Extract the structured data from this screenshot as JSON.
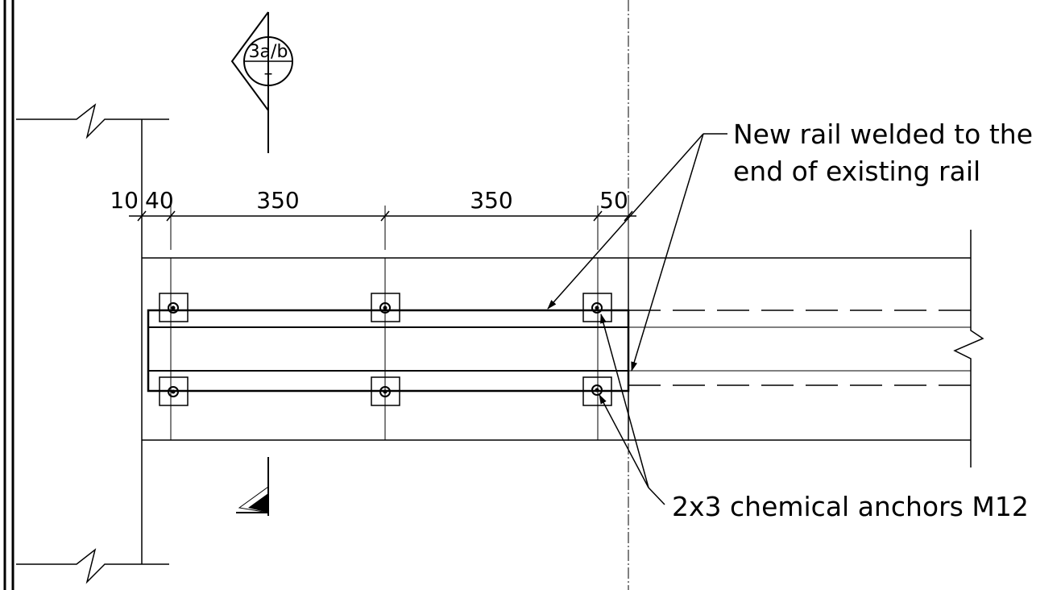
{
  "section_marker": {
    "reference": "3a/b",
    "sheet": "–"
  },
  "dimensions": {
    "d1": "10",
    "d2": "40",
    "d3": "350",
    "d4": "350",
    "d5": "50"
  },
  "notes": {
    "rail_line1": "New rail welded to the",
    "rail_line2": "end of existing rail",
    "anchors": "2x3 chemical anchors M12"
  }
}
